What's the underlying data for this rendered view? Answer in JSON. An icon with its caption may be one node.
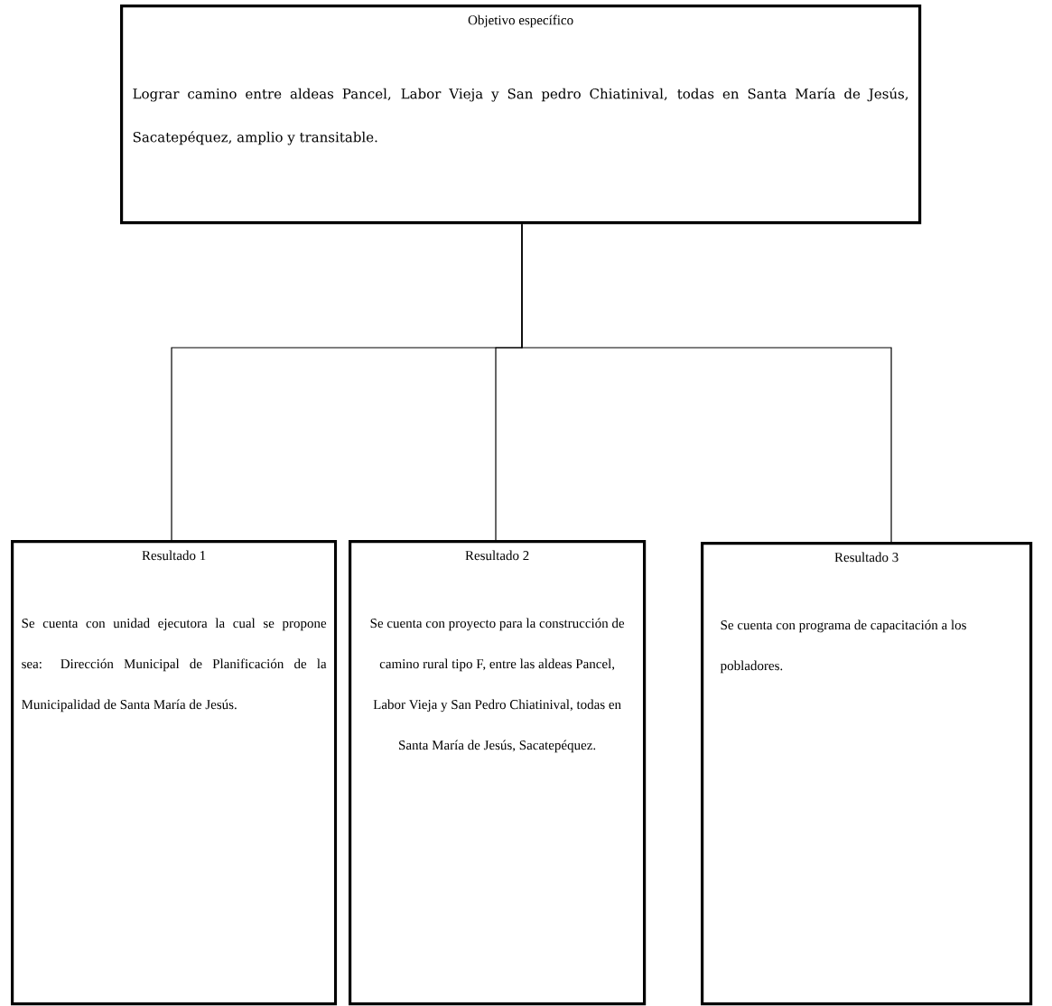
{
  "diagram": {
    "nodes": [
      {
        "text": [
          "Objetivo específico",
          "Lograr camino entre aldeas Pancel, Labor Vieja y San pedro Chiatinival, todas en Santa María de Jesús, Sacatepéquez, amplio y transitable."
        ]
      },
      {
        "text": [
          "Resultado 1",
          "Se cuenta con unidad ejecutora la cual se propone sea: Dirección Municipal de Planificación de la Municipalidad de Santa María de Jesús."
        ]
      },
      {
        "text": [
          "Resultado 2",
          "Se cuenta con proyecto para la construcción de camino rural tipo F, entre las aldeas Pancel, Labor Vieja y San Pedro Chiatinival, todas en Santa María de Jesús, Sacatepéquez."
        ]
      },
      {
        "text": [
          "Resultado 3",
          "Se cuenta con programa de capacitación a los pobladores."
        ]
      }
    ],
    "edges": [
      {
        "from": 0,
        "to": 1,
        "arrow": "none"
      },
      {
        "from": 0,
        "to": 2,
        "arrow": "none"
      },
      {
        "from": 0,
        "to": 3,
        "arrow": "none"
      }
    ]
  }
}
